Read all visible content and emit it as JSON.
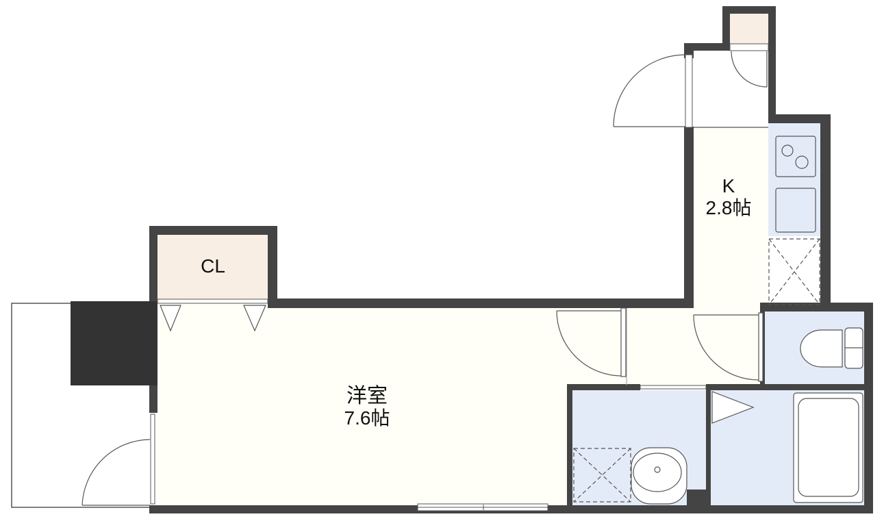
{
  "rooms": {
    "western": {
      "name": "洋室",
      "size": "7.6帖"
    },
    "kitchen": {
      "name": "K",
      "size": "2.8帖"
    },
    "closet": {
      "name": "CL"
    }
  },
  "colors": {
    "wall": "#444444",
    "dark_block": "#333333",
    "floor_room": "#fffff7",
    "floor_closet": "#f9eee4",
    "floor_wet": "#e4ebf8",
    "line": "#555555"
  }
}
